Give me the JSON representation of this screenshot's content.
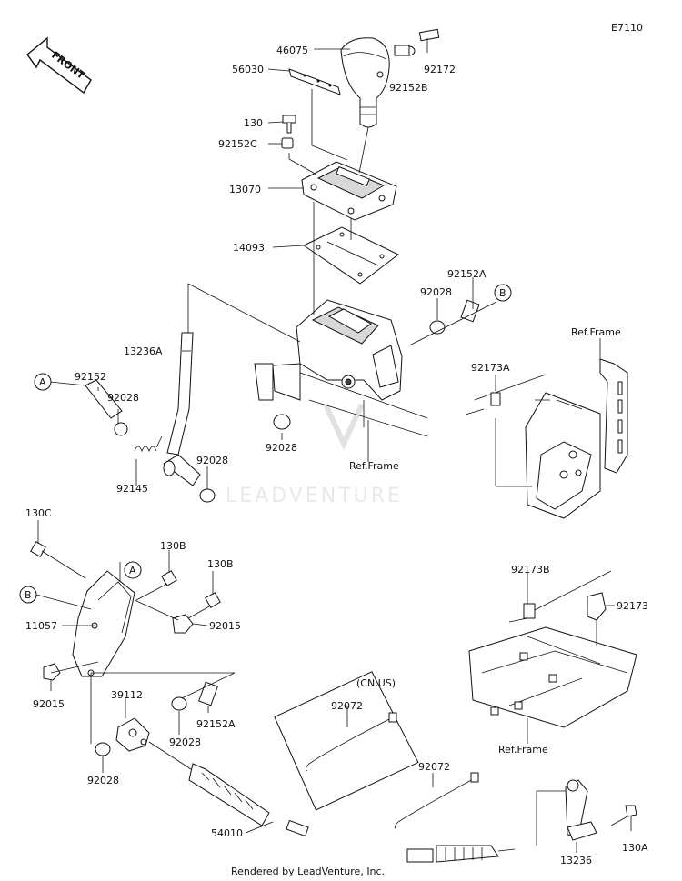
{
  "diagram_code": "E7110",
  "front_arrow": {
    "text": "FRONT"
  },
  "watermark": "LEADVENTURE",
  "footer": "Rendered by LeadVenture, Inc.",
  "ref_frame": "Ref.Frame",
  "region_note": "(CN,US)",
  "callouts": {
    "a": "A",
    "b": "B"
  },
  "parts": {
    "p46075": "46075",
    "p56030": "56030",
    "p92172": "92172",
    "p92152b": "92152B",
    "p130": "130",
    "p92152c": "92152C",
    "p13070": "13070",
    "p14093": "14093",
    "p92152a_top": "92152A",
    "p92028_b": "92028",
    "p13236a": "13236A",
    "p92173a": "92173A",
    "p92152": "92152",
    "p92028_a": "92028",
    "p92145": "92145",
    "p92028_c": "92028",
    "p92028_d": "92028",
    "p130c": "130C",
    "p130b_1": "130B",
    "p130b_2": "130B",
    "p11057": "11057",
    "p92015_r": "92015",
    "p92015_l": "92015",
    "p39112": "39112",
    "p92028_e": "92028",
    "p92152a_bot": "92152A",
    "p92028_f": "92028",
    "p92173b": "92173B",
    "p92173": "92173",
    "p92072_a": "92072",
    "p92072_b": "92072",
    "p54010": "54010",
    "p13236": "13236",
    "p130a": "130A"
  }
}
